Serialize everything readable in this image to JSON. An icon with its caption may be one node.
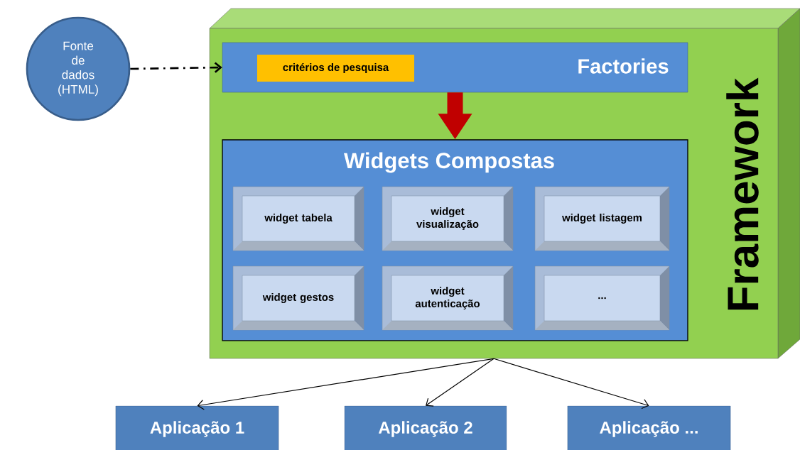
{
  "diagram": {
    "nodes": [
      {
        "text": [
          "Fonte de dados (HTML)"
        ]
      },
      {
        "text": [
          "Framework"
        ]
      },
      {
        "text": [
          "Factories"
        ],
        "in": 1
      },
      {
        "text": [
          "critérios de pesquisa"
        ],
        "in": 2
      },
      {
        "text": [
          "Widgets Compostas"
        ],
        "in": 1
      },
      {
        "text": [
          "widget tabela"
        ],
        "in": 4
      },
      {
        "text": [
          "widget visualização"
        ],
        "in": 4
      },
      {
        "text": [
          "widget listagem"
        ],
        "in": 4
      },
      {
        "text": [
          "widget gestos"
        ],
        "in": 4
      },
      {
        "text": [
          "widget autenticação"
        ],
        "in": 4
      },
      {
        "text": [
          "..."
        ],
        "in": 4
      },
      {
        "text": [
          "Aplicação 1"
        ]
      },
      {
        "text": [
          "Aplicação 2"
        ]
      },
      {
        "text": [
          "Aplicação ..."
        ]
      }
    ],
    "edges": [
      {
        "from": 0,
        "to": 2,
        "arrow": "to",
        "style": "dashed"
      },
      {
        "from": 2,
        "to": 4,
        "arrow": "to",
        "style": "thick",
        "color": "#c00000"
      },
      {
        "from": 1,
        "to": 11,
        "arrow": "to"
      },
      {
        "from": 1,
        "to": 12,
        "arrow": "to"
      },
      {
        "from": 1,
        "to": 13,
        "arrow": "to"
      }
    ]
  }
}
